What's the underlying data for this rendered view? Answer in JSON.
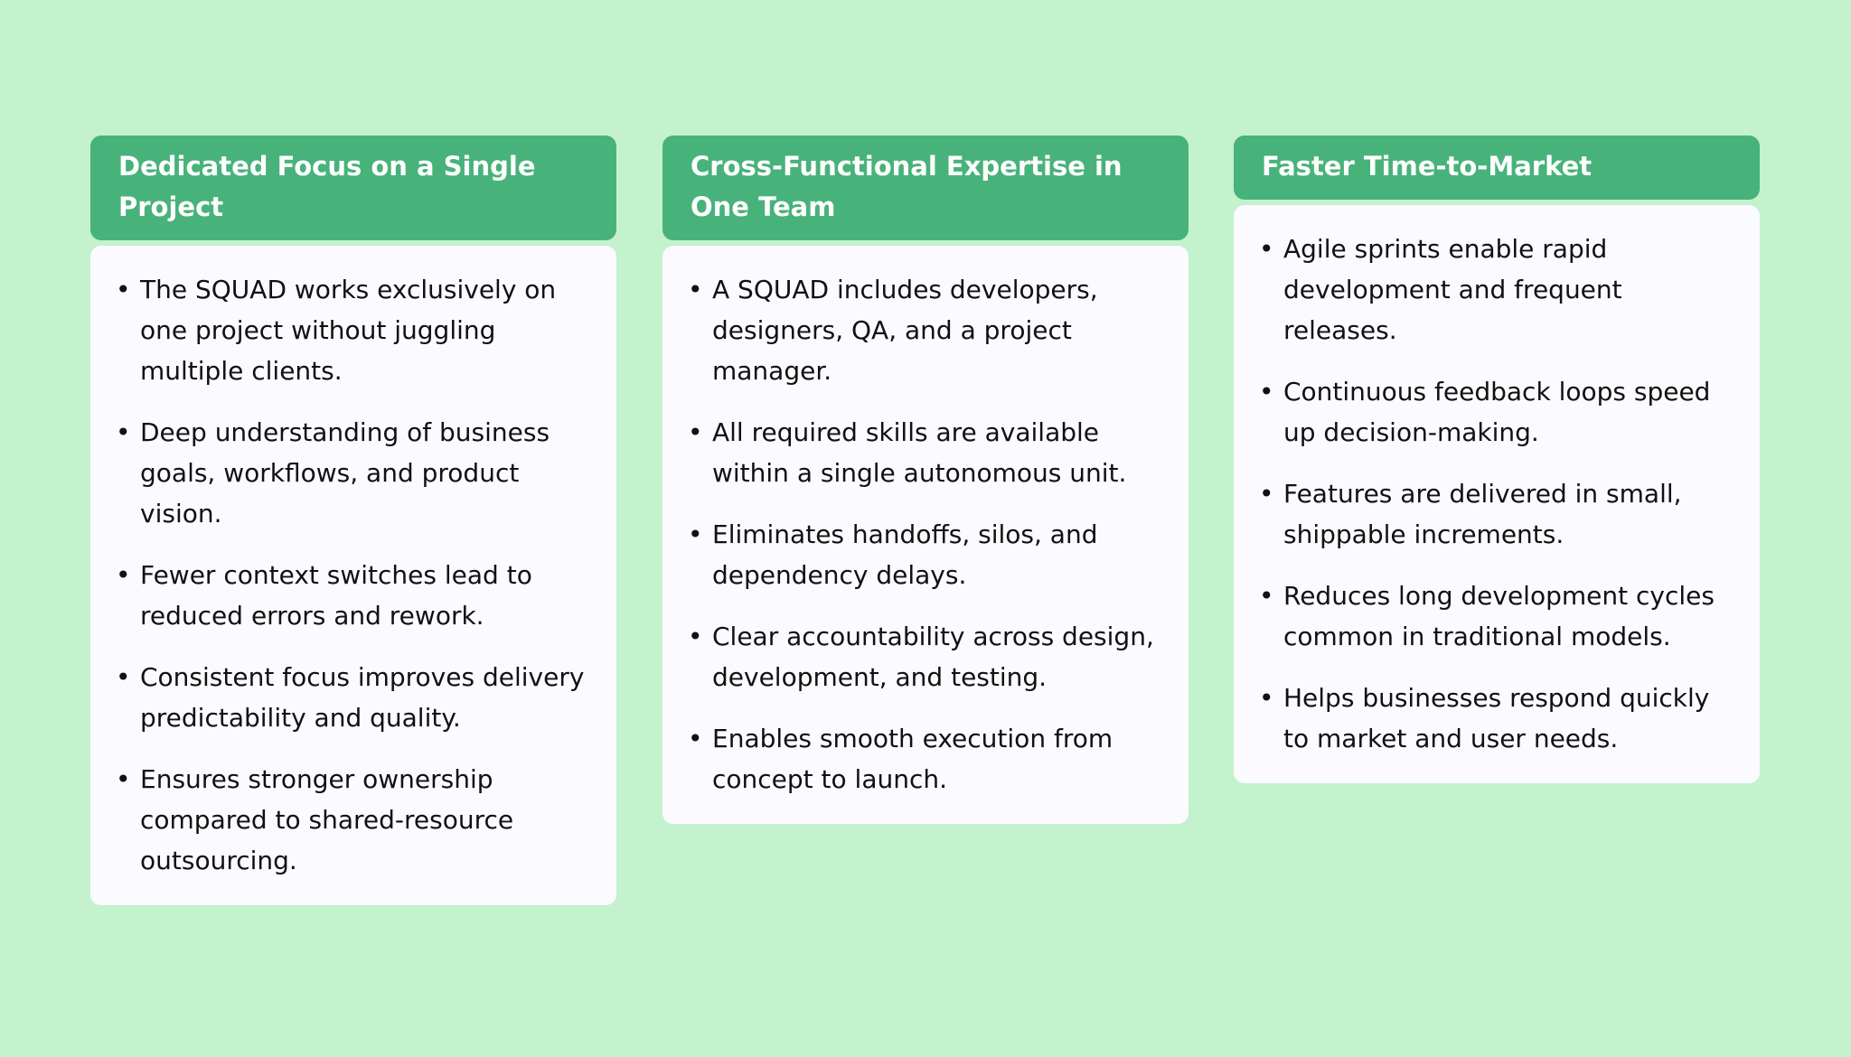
{
  "cards": [
    {
      "title": "Dedicated Focus on a Single Project",
      "items": [
        "The SQUAD works exclusively on one project without juggling multiple clients.",
        "Deep understanding of business goals, workflows, and product vision.",
        "Fewer context switches lead to reduced errors and rework.",
        "Consistent focus improves delivery predictability and quality.",
        "Ensures stronger ownership compared to shared-resource outsourcing."
      ]
    },
    {
      "title": "Cross-Functional Expertise in One Team",
      "items": [
        "A SQUAD includes developers, designers, QA, and a project manager.",
        "All required skills are available within a single autonomous unit.",
        "Eliminates handoffs, silos, and dependency delays.",
        "Clear accountability across design, development, and testing.",
        "Enables smooth execution from concept to launch."
      ]
    },
    {
      "title": "Faster Time-to-Market",
      "items": [
        "Agile sprints enable rapid development and frequent releases.",
        "Continuous feedback loops speed up decision-making.",
        "Features are delivered in small, shippable increments.",
        "Reduces long development cycles common in traditional models.",
        "Helps businesses respond quickly to market and user needs."
      ]
    }
  ],
  "bullet": "•"
}
